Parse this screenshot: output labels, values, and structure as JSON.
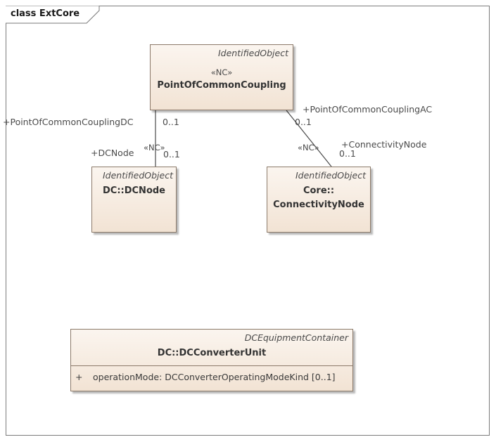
{
  "frame": {
    "title": "class ExtCore"
  },
  "classes": {
    "pcc": {
      "parent": "IdentifiedObject",
      "stereotype": "«NC»",
      "name": "PointOfCommonCoupling"
    },
    "dcnode": {
      "parent": "IdentifiedObject",
      "name": "DC::DCNode"
    },
    "connectivity": {
      "parent": "IdentifiedObject",
      "name_line1": "Core::",
      "name_line2": "ConnectivityNode"
    },
    "converter": {
      "parent": "DCEquipmentContainer",
      "name": "DC::DCConverterUnit",
      "attributes": [
        {
          "visibility": "+",
          "text": "operationMode: DCConverterOperatingModeKind [0..1]"
        }
      ]
    }
  },
  "associations": {
    "dc": {
      "role_source": "+PointOfCommonCouplingDC",
      "mult_source": "0..1",
      "stereotype": "«NC»",
      "role_target": "+DCNode",
      "mult_target": "0..1"
    },
    "ac": {
      "role_source": "+PointOfCommonCouplingAC",
      "mult_source": "0..1",
      "stereotype": "«NC»",
      "role_target": "+ConnectivityNode",
      "mult_target": "0..1"
    }
  },
  "colors": {
    "class_fill_top": "#fbf5ef",
    "class_fill_bottom": "#f2e3d4",
    "class_border": "#8c7a6a",
    "line": "#4a4a4a"
  }
}
